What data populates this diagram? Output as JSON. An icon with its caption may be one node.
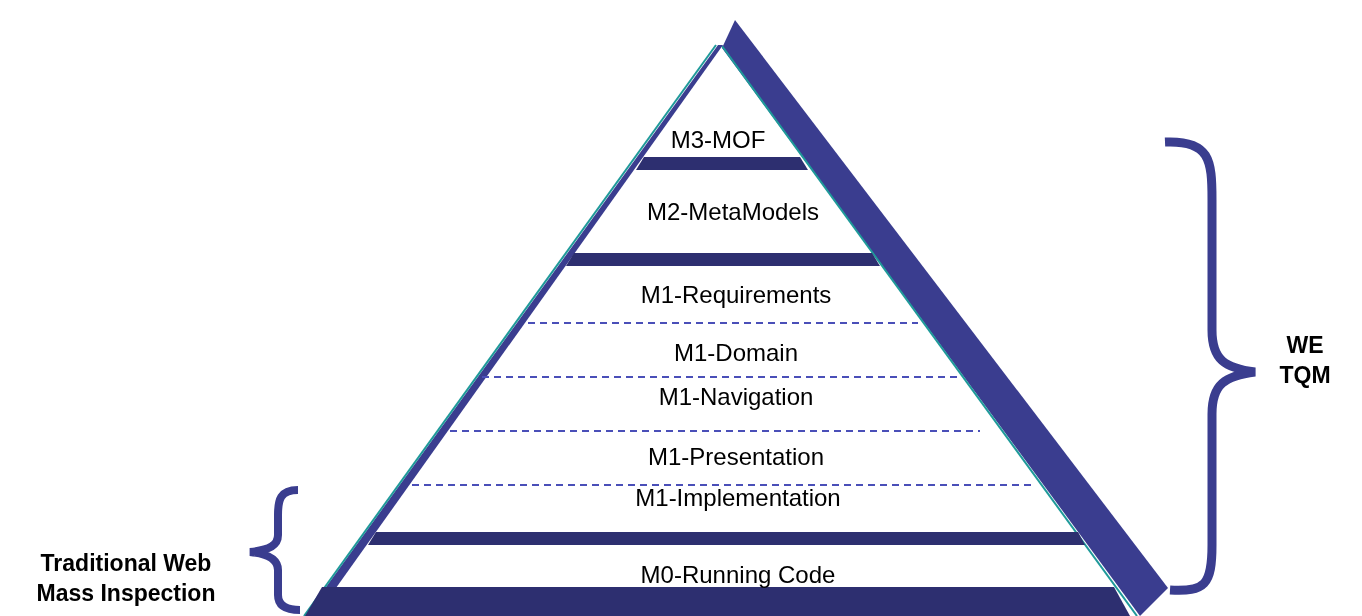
{
  "diagram": {
    "nodes": [
      {
        "text": [
          "M3-MOF"
        ]
      },
      {
        "text": [
          "M2-MetaModels"
        ]
      },
      {
        "text": [
          "M1-Requirements"
        ]
      },
      {
        "text": [
          "M1-Domain"
        ]
      },
      {
        "text": [
          "M1-Navigation"
        ]
      },
      {
        "text": [
          "M1-Presentation"
        ]
      },
      {
        "text": [
          "M1-Implementation"
        ]
      },
      {
        "text": [
          "M0-Running Code"
        ]
      }
    ],
    "edges": [],
    "labels": [
      "WE TQM",
      "Traditional Web Mass Inspection"
    ]
  }
}
